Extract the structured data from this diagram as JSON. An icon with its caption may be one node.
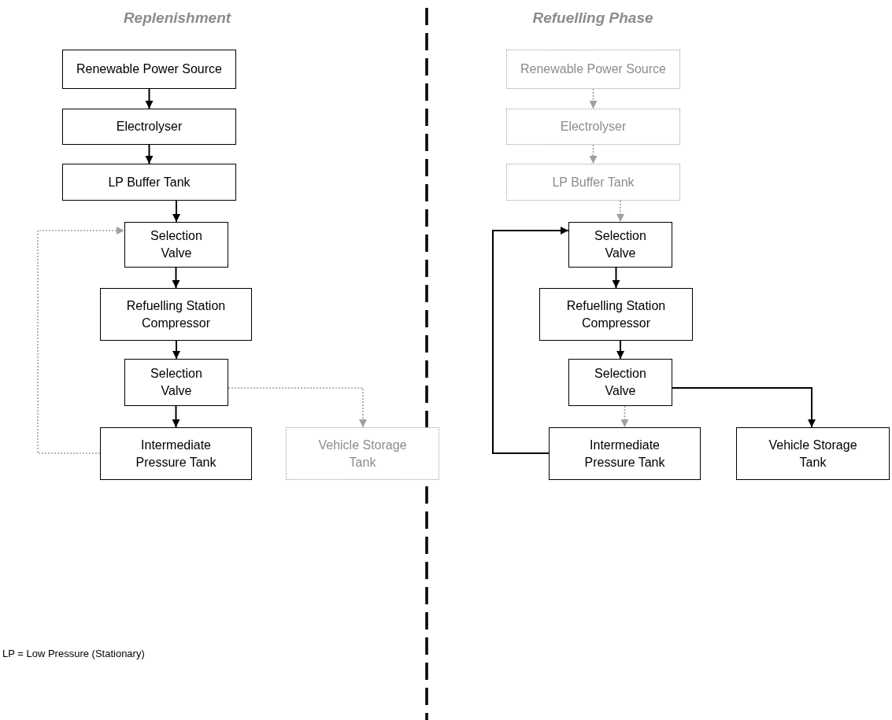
{
  "diagram": {
    "nodes": [
      {
        "text": [
          "Renewable Power Source"
        ]
      },
      {
        "text": [
          "Electrolyser"
        ]
      },
      {
        "text": [
          "LP Buffer Tank"
        ]
      },
      {
        "text": [
          "Selection Valve"
        ]
      },
      {
        "text": [
          "Refuelling Station Compressor"
        ]
      },
      {
        "text": [
          "Selection Valve"
        ]
      },
      {
        "text": [
          "Intermediate Pressure Tank"
        ]
      },
      {
        "text": [
          "Vehicle Storage Tank"
        ]
      },
      {
        "text": [
          "Renewable Power Source"
        ]
      },
      {
        "text": [
          "Electrolyser"
        ]
      },
      {
        "text": [
          "LP Buffer Tank"
        ]
      },
      {
        "text": [
          "Selection Valve"
        ]
      },
      {
        "text": [
          "Refuelling Station Compressor"
        ]
      },
      {
        "text": [
          "Selection Valve"
        ]
      },
      {
        "text": [
          "Intermediate Pressure Tank"
        ]
      },
      {
        "text": [
          "Vehicle Storage Tank"
        ]
      }
    ],
    "edges": [
      {
        "from": 0,
        "to": 1,
        "arrow": "to"
      },
      {
        "from": 1,
        "to": 2,
        "arrow": "to"
      },
      {
        "from": 2,
        "to": 3,
        "arrow": "to"
      },
      {
        "from": 3,
        "to": 4,
        "arrow": "to"
      },
      {
        "from": 4,
        "to": 5,
        "arrow": "to"
      },
      {
        "from": 5,
        "to": 6,
        "arrow": "to"
      },
      {
        "from": 5,
        "to": 7,
        "arrow": "to",
        "style": "dashed",
        "color": "#a0a0a0"
      },
      {
        "from": 6,
        "to": 3,
        "arrow": "to",
        "style": "dashed",
        "color": "#a0a0a0"
      },
      {
        "from": 8,
        "to": 9,
        "arrow": "to",
        "style": "dashed",
        "color": "#a0a0a0"
      },
      {
        "from": 9,
        "to": 10,
        "arrow": "to",
        "style": "dashed",
        "color": "#a0a0a0"
      },
      {
        "from": 10,
        "to": 11,
        "arrow": "to",
        "style": "dashed",
        "color": "#a0a0a0"
      },
      {
        "from": 11,
        "to": 12,
        "arrow": "to"
      },
      {
        "from": 12,
        "to": 13,
        "arrow": "to"
      },
      {
        "from": 13,
        "to": 14,
        "arrow": "to",
        "style": "dashed",
        "color": "#a0a0a0"
      },
      {
        "from": 13,
        "to": 15,
        "arrow": "to"
      },
      {
        "from": 14,
        "to": 11,
        "arrow": "to"
      }
    ],
    "labels": [
      "Replenishment",
      "Refuelling Phase",
      "LP = Low Pressure (Stationary)"
    ]
  }
}
